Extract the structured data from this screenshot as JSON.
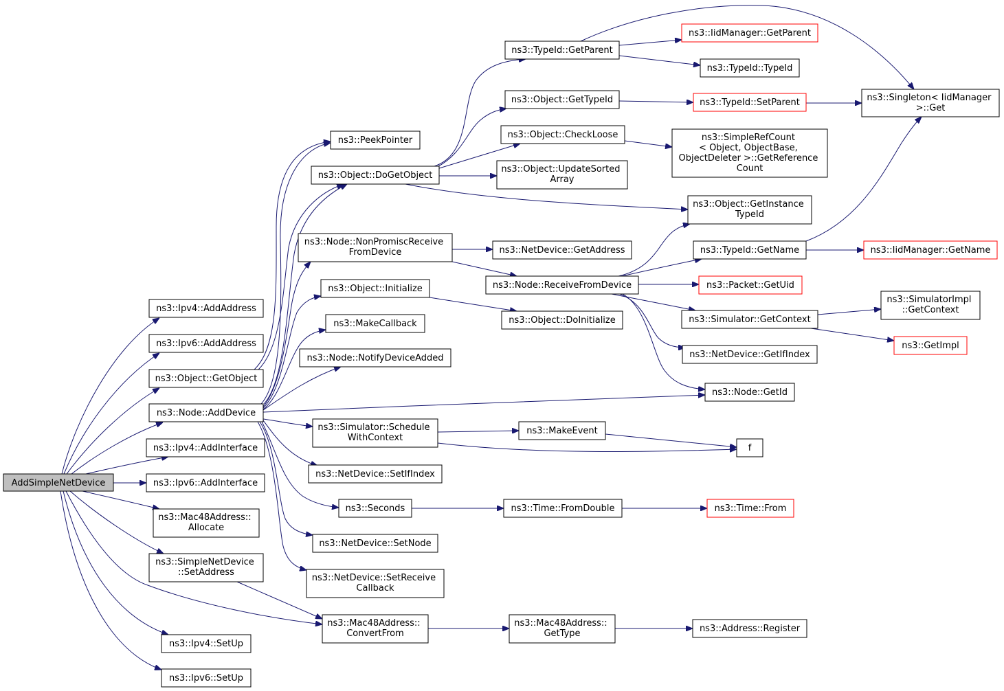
{
  "colors": {
    "edge": "#191970",
    "border": "#000000",
    "truncated_border": "#ff0000",
    "root_fill": "#bfbfbf",
    "background": "#ffffff"
  },
  "nodes": {
    "root": [
      "AddSimpleNetDevice"
    ],
    "ipv4_add_address": [
      "ns3::Ipv4::AddAddress"
    ],
    "ipv6_add_address": [
      "ns3::Ipv6::AddAddress"
    ],
    "get_object": [
      "ns3::Object::GetObject"
    ],
    "add_device": [
      "ns3::Node::AddDevice"
    ],
    "ipv4_add_interface": [
      "ns3::Ipv4::AddInterface"
    ],
    "ipv6_add_interface": [
      "ns3::Ipv6::AddInterface"
    ],
    "mac48_allocate": [
      "ns3::Mac48Address::",
      "Allocate"
    ],
    "set_address": [
      "ns3::SimpleNetDevice",
      "::SetAddress"
    ],
    "ipv4_setup": [
      "ns3::Ipv4::SetUp"
    ],
    "ipv6_setup": [
      "ns3::Ipv6::SetUp"
    ],
    "peek_pointer": [
      "ns3::PeekPointer"
    ],
    "do_get_object": [
      "ns3::Object::DoGetObject"
    ],
    "non_promisc": [
      "ns3::Node::NonPromiscReceive",
      "FromDevice"
    ],
    "initialize": [
      "ns3::Object::Initialize"
    ],
    "make_callback": [
      "ns3::MakeCallback"
    ],
    "notify_device_added": [
      "ns3::Node::NotifyDeviceAdded"
    ],
    "schedule_with_context": [
      "ns3::Simulator::Schedule",
      "WithContext"
    ],
    "set_if_index": [
      "ns3::NetDevice::SetIfIndex"
    ],
    "seconds": [
      "ns3::Seconds"
    ],
    "set_node": [
      "ns3::NetDevice::SetNode"
    ],
    "set_receive_callback": [
      "ns3::NetDevice::SetReceive",
      "Callback"
    ],
    "convert_from": [
      "ns3::Mac48Address::",
      "ConvertFrom"
    ],
    "type_id_get_parent": [
      "ns3::TypeId::GetParent"
    ],
    "object_get_type_id": [
      "ns3::Object::GetTypeId"
    ],
    "check_loose": [
      "ns3::Object::CheckLoose"
    ],
    "update_sorted_array": [
      "ns3::Object::UpdateSorted",
      "Array"
    ],
    "get_address": [
      "ns3::NetDevice::GetAddress"
    ],
    "receive_from_device": [
      "ns3::Node::ReceiveFromDevice"
    ],
    "do_initialize": [
      "ns3::Object::DoInitialize"
    ],
    "make_event": [
      "ns3::MakeEvent"
    ],
    "from_double": [
      "ns3::Time::FromDouble"
    ],
    "get_type": [
      "ns3::Mac48Address::",
      "GetType"
    ],
    "iid_get_parent": [
      "ns3::IidManager::GetParent"
    ],
    "type_id_ctor": [
      "ns3::TypeId::TypeId"
    ],
    "set_parent": [
      "ns3::TypeId::SetParent"
    ],
    "get_reference_count": [
      "ns3::SimpleRefCount",
      "< Object, ObjectBase,",
      "ObjectDeleter >::GetReference",
      "Count"
    ],
    "get_instance_type_id": [
      "ns3::Object::GetInstance",
      "TypeId"
    ],
    "get_name": [
      "ns3::TypeId::GetName"
    ],
    "get_uid": [
      "ns3::Packet::GetUid"
    ],
    "simulator_get_context": [
      "ns3::Simulator::GetContext"
    ],
    "get_if_index": [
      "ns3::NetDevice::GetIfIndex"
    ],
    "get_id": [
      "ns3::Node::GetId"
    ],
    "f": [
      "f"
    ],
    "time_from": [
      "ns3::Time::From"
    ],
    "address_register": [
      "ns3::Address::Register"
    ],
    "singleton_get": [
      "ns3::Singleton< IidManager",
      ">::Get"
    ],
    "iid_get_name": [
      "ns3::IidManager::GetName"
    ],
    "simulator_impl_get_context": [
      "ns3::SimulatorImpl",
      "::GetContext"
    ],
    "get_impl": [
      "ns3::GetImpl"
    ]
  }
}
